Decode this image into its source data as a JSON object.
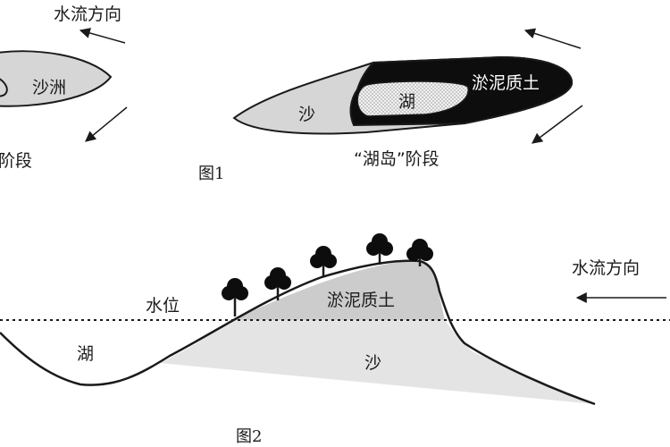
{
  "figure1": {
    "caption": "图1",
    "left": {
      "flow_label": "水流方向",
      "sandbar_label": "沙洲",
      "stage_label": "阶段"
    },
    "right": {
      "sand_label": "沙",
      "lake_label": "湖",
      "silt_label": "淤泥质土",
      "stage_label": "“湖岛”阶段"
    }
  },
  "figure2": {
    "caption": "图2",
    "water_level_label": "水位",
    "flow_label": "水流方向",
    "lake_label": "湖",
    "sand_label": "沙",
    "silt_label": "淤泥质土"
  },
  "colors": {
    "sand": "#d6d6d6",
    "silt_dark": "#0d0d0d",
    "silt_fig2": "#cccccc",
    "sand_fig2": "#e4e4e4",
    "lake_dots": "#eeeeee"
  }
}
